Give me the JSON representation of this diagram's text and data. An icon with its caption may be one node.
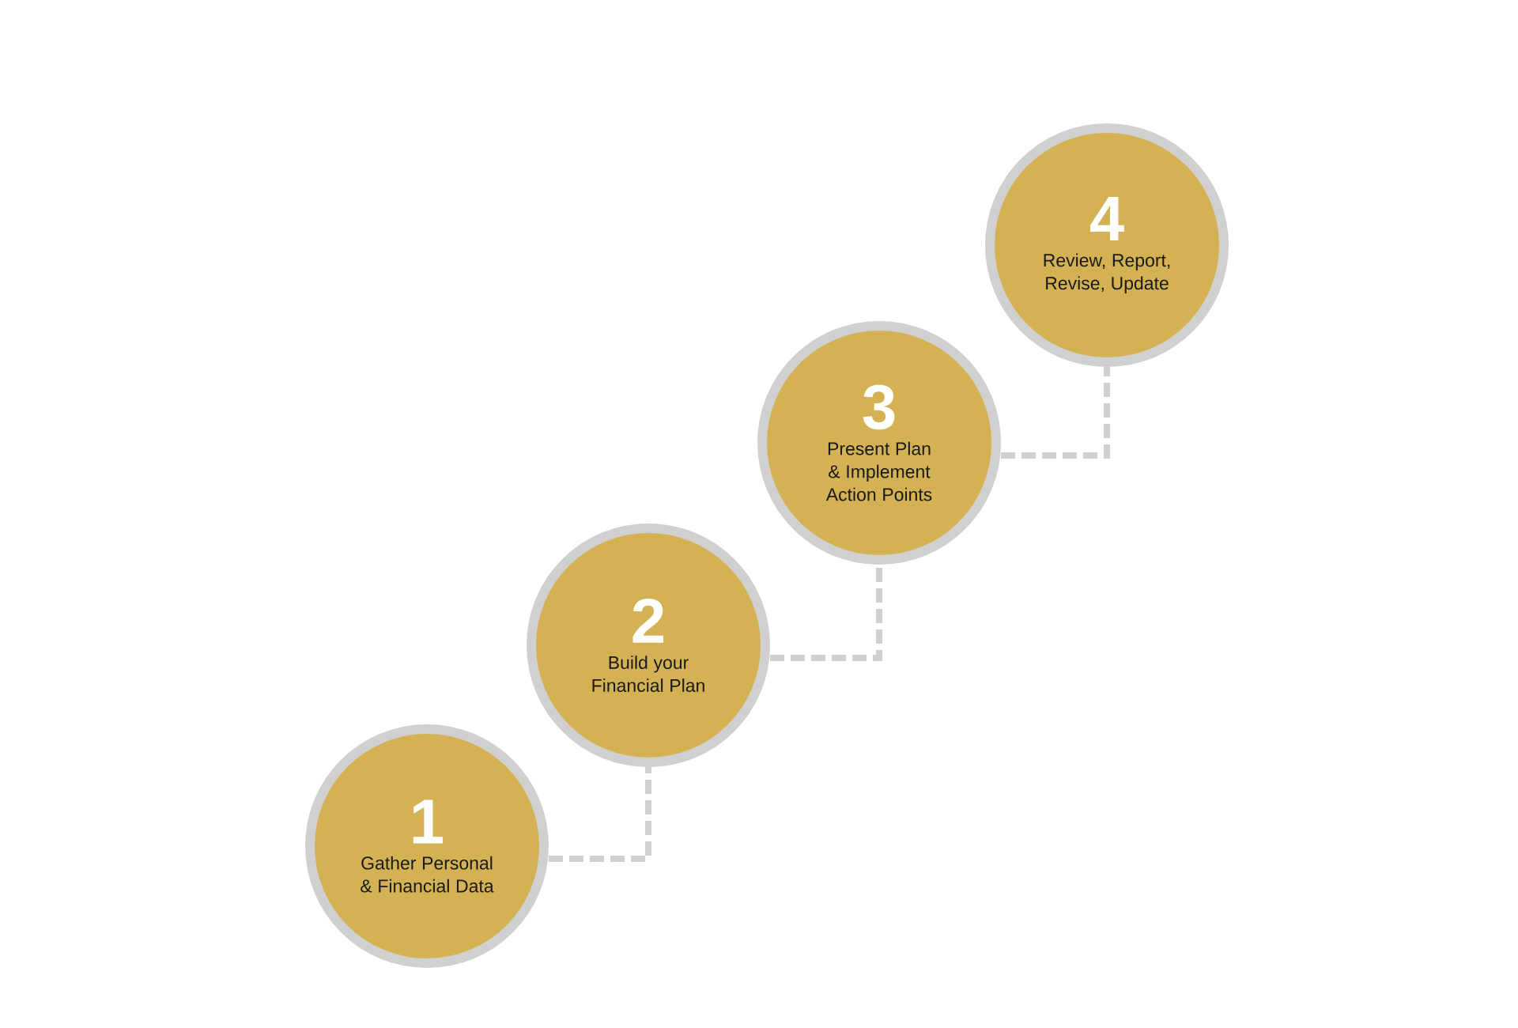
{
  "diagram": {
    "nodes": [
      {
        "text": [
          "1",
          "Gather Personal & Financial Data"
        ]
      },
      {
        "text": [
          "2",
          "Build your Financial Plan"
        ]
      },
      {
        "text": [
          "3",
          "Present Plan & Implement Action Points"
        ]
      },
      {
        "text": [
          "4",
          "Review, Report, Revise, Update"
        ]
      }
    ],
    "edges": [
      {
        "from": 0,
        "to": 1,
        "arrow": "none",
        "style": "dashed"
      },
      {
        "from": 1,
        "to": 2,
        "arrow": "none",
        "style": "dashed"
      },
      {
        "from": 2,
        "to": 3,
        "arrow": "none",
        "style": "dashed"
      }
    ]
  }
}
